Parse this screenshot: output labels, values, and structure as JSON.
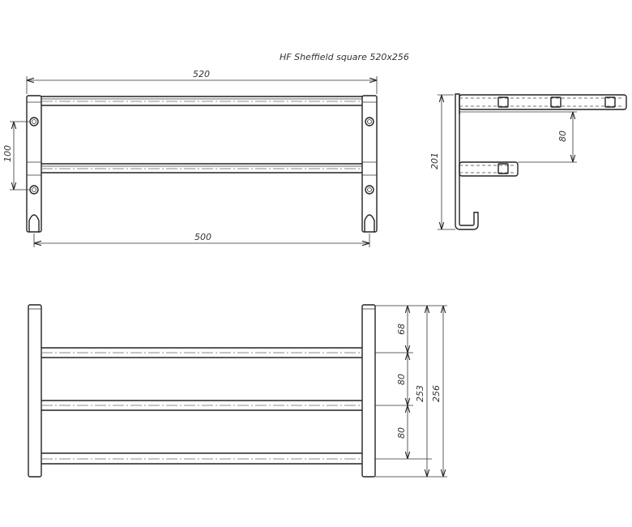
{
  "title": "HF Sheffield square 520x256",
  "dimensions": {
    "front_top_width": "520",
    "front_bottom_width": "500",
    "front_left_height": "100",
    "side_height": "201",
    "side_spacing": "80",
    "top_view_spacing_1": "68",
    "top_view_spacing_2": "80",
    "top_view_spacing_3": "80",
    "top_view_depth_inner": "253",
    "top_view_depth_outer": "256"
  }
}
